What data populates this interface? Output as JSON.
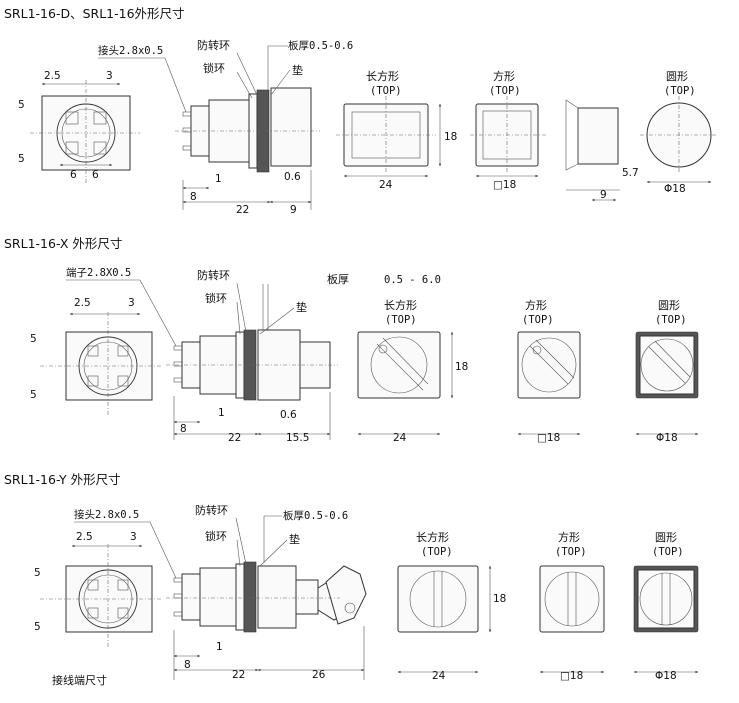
{
  "sections": [
    {
      "title": "SRL1-16-D、SRL1-16外形尺寸",
      "callouts": {
        "terminal": "接头2.8x0.5",
        "ring_guard": "防转环",
        "lock_ring": "锁环",
        "panel": "板厚0.5-0.6",
        "washer": "垫"
      },
      "front": {
        "d_2_5": "2.5",
        "d_3": "3",
        "d_5a": "5",
        "d_5b": "5",
        "d_6a": "6",
        "d_6b": "6"
      },
      "side": {
        "d_8": "8",
        "d_1": "1",
        "d_0_6": "0.6",
        "d_22": "22",
        "d_9": "9"
      },
      "tops": [
        {
          "name": "长方形",
          "top": "(TOP)",
          "w": "24",
          "h": "18"
        },
        {
          "name": "方形",
          "top": "(TOP)",
          "w": "□18"
        },
        {
          "name": "圆形",
          "top": "(TOP)",
          "w": "Φ18"
        }
      ],
      "extra": {
        "d_9": "9",
        "d_5_7": "5.7"
      }
    },
    {
      "title": "SRL1-16-X 外形尺寸",
      "callouts": {
        "terminal": "端子2.8X0.5",
        "ring_guard": "防转环",
        "lock_ring": "锁环",
        "panel": "板厚",
        "panel_val": "0.5 - 6.0",
        "washer": "垫"
      },
      "front": {
        "d_2_5": "2.5",
        "d_3": "3",
        "d_5a": "5",
        "d_5b": "5"
      },
      "side": {
        "d_8": "8",
        "d_1": "1",
        "d_0_6": "0.6",
        "d_22": "22",
        "d_15_5": "15.5"
      },
      "tops": [
        {
          "name": "长方形",
          "top": "(TOP)",
          "w": "24",
          "h": "18"
        },
        {
          "name": "方形",
          "top": "(TOP)",
          "w": "□18"
        },
        {
          "name": "圆形",
          "top": "(TOP)",
          "w": "Φ18"
        }
      ]
    },
    {
      "title": "SRL1-16-Y 外形尺寸",
      "callouts": {
        "terminal": "接头2.8x0.5",
        "ring_guard": "防转环",
        "lock_ring": "锁环",
        "panel": "板厚0.5-0.6",
        "washer": "垫"
      },
      "front": {
        "d_2_5": "2.5",
        "d_3": "3",
        "d_5a": "5",
        "d_5b": "5"
      },
      "side": {
        "d_8": "8",
        "d_1": "1",
        "d_22": "22",
        "d_26": "26"
      },
      "tops": [
        {
          "name": "长方形",
          "top": "(TOP)",
          "w": "24",
          "h": "18"
        },
        {
          "name": "方形",
          "top": "(TOP)",
          "w": "□18"
        },
        {
          "name": "圆形",
          "top": "(TOP)",
          "w": "Φ18"
        }
      ],
      "footer": "接线端尺寸"
    }
  ]
}
